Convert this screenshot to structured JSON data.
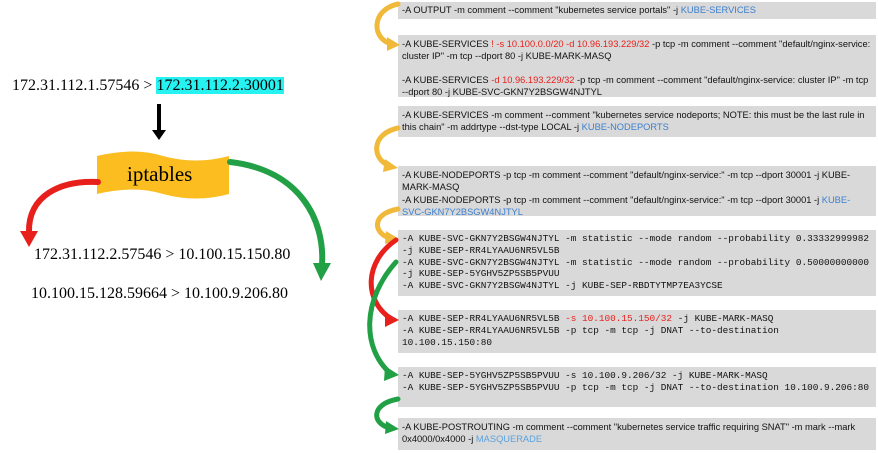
{
  "colors": {
    "rule_box": "#d9d9d9",
    "red": "#e8201c",
    "blue": "#3c7fd0",
    "highlight": "#26f2f2",
    "iptables_fill": "#fbbd20",
    "arrow_red": "#e8201c",
    "arrow_green": "#22a045",
    "arrow_orange": "#f0b93a"
  },
  "left": {
    "packet_src": "172.31.112.1.57546 > ",
    "packet_dst": "172.31.112.2.30001",
    "iptables_label": "iptables",
    "out_line_1": "172.31.112.2.57546 > 10.100.15.150.80",
    "out_line_2": "10.100.15.128.59664 > 10.100.9.206.80"
  },
  "rules": {
    "b1": {
      "p1": "-A OUTPUT -m comment --comment \"kubernetes service portals\" -j ",
      "target": "KUBE-SERVICES"
    },
    "b2": {
      "r1_a": "-A KUBE-SERVICES ",
      "r1_red": "! -s 10.100.0.0/20 -d 10.96.193.229/32",
      "r1_b": " -p tcp -m comment --comment \"default/nginx-service: cluster IP\" -m tcp --dport 80 -j KUBE-MARK-MASQ",
      "r2_a": "-A KUBE-SERVICES ",
      "r2_red": "-d 10.96.193.229/32",
      "r2_b": " -p tcp -m comment --comment \"default/nginx-service: cluster IP\" -m tcp --dport 80 -j KUBE-SVC-GKN7Y2BSGW4NJTYL"
    },
    "b3": {
      "p1": "-A KUBE-SERVICES -m comment --comment \"kubernetes service nodeports; NOTE: this must be the last rule in this chain\" -m addrtype --dst-type LOCAL -j ",
      "target": "KUBE-NODEPORTS"
    },
    "b4": {
      "r1": "-A KUBE-NODEPORTS -p tcp -m comment --comment \"default/nginx-service:\" -m tcp --dport 30001 -j KUBE-MARK-MASQ",
      "r2_a": "-A KUBE-NODEPORTS -p tcp -m comment --comment \"default/nginx-service:\" -m tcp --dport 30001 -j ",
      "r2_target": "KUBE-SVC-GKN7Y2BSGW4NJTYL"
    },
    "b5": {
      "r1": "-A KUBE-SVC-GKN7Y2BSGW4NJTYL -m statistic --mode random --probability 0.33332999982 -j KUBE-SEP-RR4LYAAU6NR5VL5B",
      "r2": "-A KUBE-SVC-GKN7Y2BSGW4NJTYL -m statistic --mode random --probability 0.50000000000 -j KUBE-SEP-5YGHV5ZP5SB5PVUU",
      "r3": "-A KUBE-SVC-GKN7Y2BSGW4NJTYL -j KUBE-SEP-RBDTYTMP7EA3YCSE"
    },
    "b6": {
      "r1_a": "-A KUBE-SEP-RR4LYAAU6NR5VL5B ",
      "r1_red": "-s 10.100.15.150/32",
      "r1_b": " -j KUBE-MARK-MASQ",
      "r2": "-A KUBE-SEP-RR4LYAAU6NR5VL5B -p tcp -m tcp -j DNAT --to-destination 10.100.15.150:80"
    },
    "b7": {
      "r1": "-A KUBE-SEP-5YGHV5ZP5SB5PVUU -s 10.100.9.206/32 -j KUBE-MARK-MASQ",
      "r2": "-A KUBE-SEP-5YGHV5ZP5SB5PVUU -p tcp -m tcp -j DNAT --to-destination 10.100.9.206:80"
    },
    "b8": {
      "p1": "-A KUBE-POSTROUTING -m comment --comment \"kubernetes service traffic requiring SNAT\" -m mark --mark 0x4000/0x4000 -j ",
      "target": "MASQUERADE"
    }
  }
}
